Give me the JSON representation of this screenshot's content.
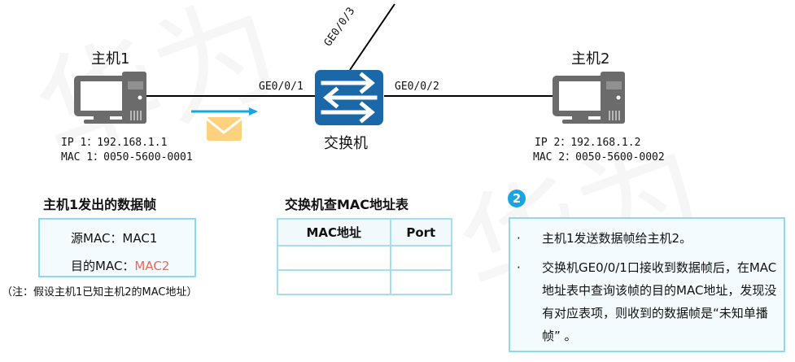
{
  "topology": {
    "host1": {
      "name": "主机1",
      "ip_line": "IP 1：192.168.1.1",
      "mac_line": "MAC 1：0050-5600-0001"
    },
    "host2": {
      "name": "主机2",
      "ip_line": "IP 2：192.168.1.2",
      "mac_line": "MAC 2：0050-5600-0002"
    },
    "switch": {
      "name": "交换机",
      "ports": {
        "p1": "GE0/0/1",
        "p2": "GE0/0/2",
        "p3": "GE0/0/3"
      }
    },
    "frame_icon": "envelope-icon",
    "switch_icon": "switch-arrows-icon",
    "host_icon": "desktop-computer-icon"
  },
  "frame_panel": {
    "title": "主机1发出的数据帧",
    "src_label": "源MAC：",
    "src_value": "MAC1",
    "dst_label": "目的MAC：",
    "dst_value": "MAC2",
    "note": "（注：假设主机1已知主机2的MAC地址）"
  },
  "mac_table": {
    "title": "交换机查MAC地址表",
    "columns": [
      "MAC地址",
      "Port"
    ],
    "rows": [
      [
        "",
        ""
      ],
      [
        "",
        ""
      ]
    ]
  },
  "explanation": {
    "step_number": "2",
    "bullet_symbol": "·",
    "bullets": [
      "主机1发送数据帧给主机2。",
      "交换机GE0/0/1口接收到数据帧后，在MAC地址表中查询该帧的目的MAC地址，发现没有对应表项，则收到的数据帧是“未知单播帧” 。"
    ]
  },
  "watermark": "华为",
  "colors": {
    "switch_blue": "#1a68a8",
    "host_gray": "#6b6b6b",
    "flow_arrow": "#1aa4e0",
    "envelope": "#fdd27e",
    "accent_border": "#8fd8ee",
    "highlight_red": "#e8675a",
    "badge_blue": "#1aa4e0"
  }
}
